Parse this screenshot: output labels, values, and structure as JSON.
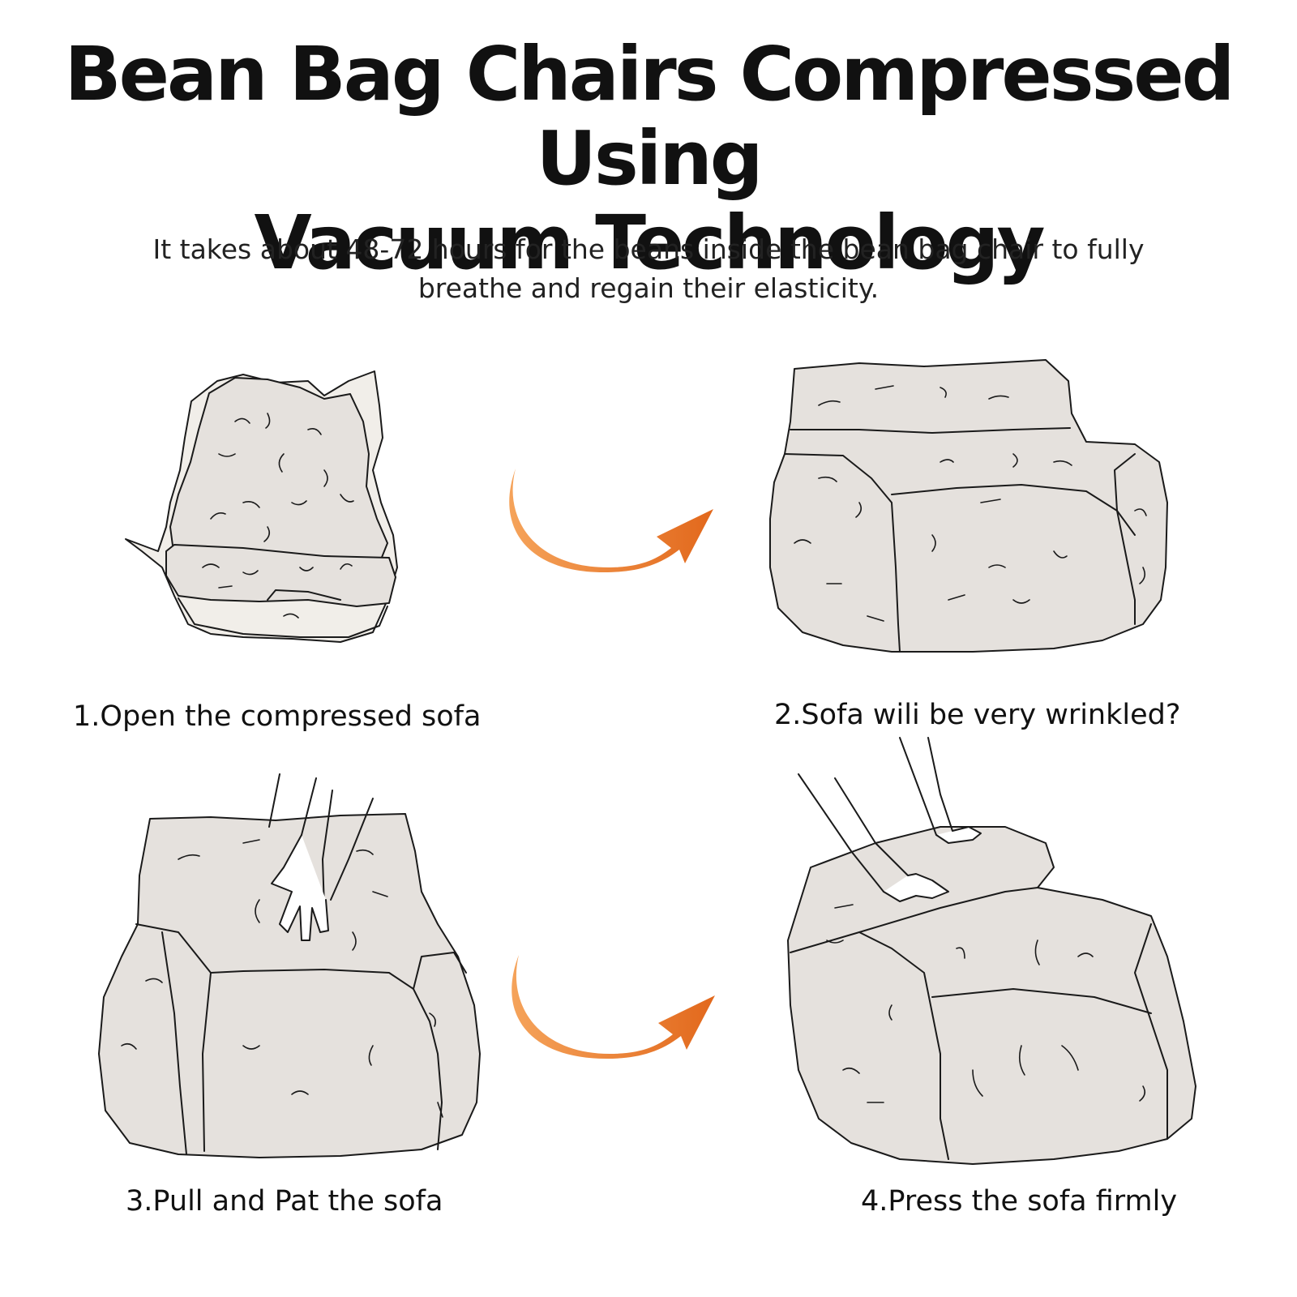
{
  "header": {
    "title_line1": "Bean Bag Chairs Compressed Using",
    "title_line2": "Vacuum Technology",
    "subtitle_line1": "It takes about 48-72 hours for the beans inside the bean bag chair to fully",
    "subtitle_line2": "breathe and regain their elasticity."
  },
  "steps": [
    {
      "label": "1.Open the compressed sofa",
      "icon": "compressed-sofa-icon"
    },
    {
      "label": "2.Sofa wili be very wrinkled?",
      "icon": "wrinkled-sofa-icon"
    },
    {
      "label": "3.Pull and Pat the sofa",
      "icon": "pat-sofa-icon"
    },
    {
      "label": "4.Press the sofa firmly",
      "icon": "press-sofa-icon"
    }
  ],
  "colors": {
    "sofa_fill": "#e5e1dd",
    "outline": "#1a1a1a",
    "arrow_start": "#f09a4a",
    "arrow_end": "#e86e1f"
  }
}
